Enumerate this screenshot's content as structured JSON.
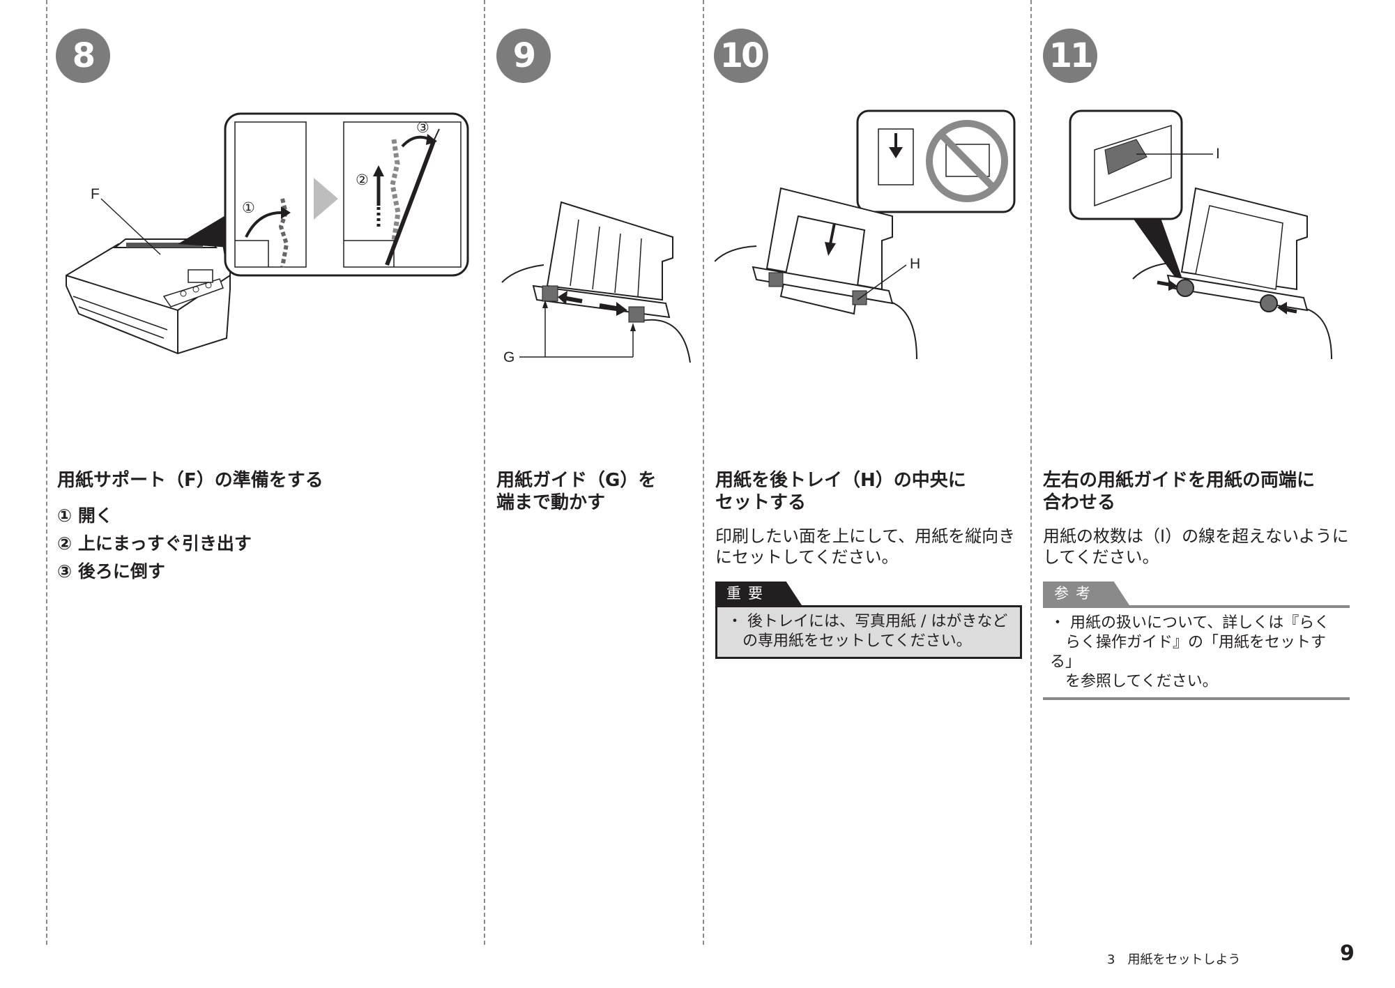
{
  "columns": [
    {
      "step": "8",
      "heading_lines": [
        "用紙サポート（F）の準備をする"
      ],
      "substeps": [
        "① 開く",
        "② 上にまっすぐ引き出す",
        "③ 後ろに倒す"
      ],
      "callouts": [
        "F",
        "①",
        "②",
        "③"
      ]
    },
    {
      "step": "9",
      "heading_lines": [
        "用紙ガイド（G）を",
        "端まで動かす"
      ],
      "callouts": [
        "G"
      ]
    },
    {
      "step": "10",
      "heading_lines": [
        "用紙を後トレイ（H）の中央に",
        "セットする"
      ],
      "body_lines": [
        "印刷したい面を上にして、用紙を縦向き",
        "にセットしてください。"
      ],
      "important": {
        "label": "重要",
        "lines": [
          "・ 後トレイには、写真用紙 / はがきなど",
          "　の専用紙をセットしてください。"
        ]
      },
      "callouts": [
        "H"
      ]
    },
    {
      "step": "11",
      "heading_lines": [
        "左右の用紙ガイドを用紙の両端に",
        "合わせる"
      ],
      "body_lines": [
        "用紙の枚数は（I）の線を超えないように",
        "してください。"
      ],
      "reference": {
        "label": "参考",
        "lines": [
          "・ 用紙の扱いについて、詳しくは『らく",
          "　らく操作ガイド』の「用紙をセットする」",
          "　を参照してください。"
        ]
      },
      "callouts": [
        "I"
      ]
    }
  ],
  "footer": {
    "section": "3　用紙をセットしよう",
    "page": "9"
  }
}
